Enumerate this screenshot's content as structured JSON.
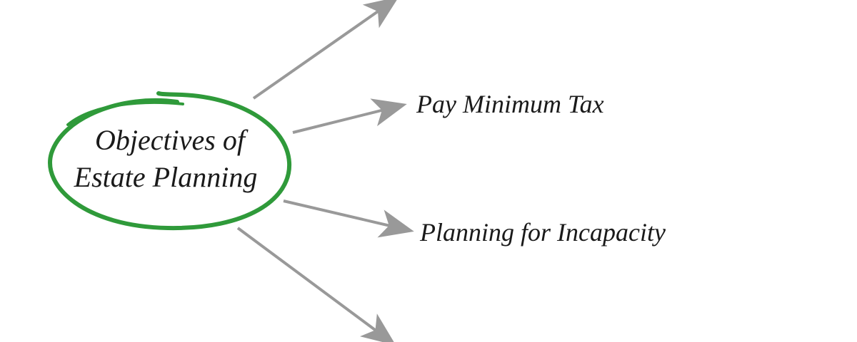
{
  "center": {
    "line1": "Objectives of",
    "line2": "Estate Planning"
  },
  "branches": [
    {
      "label": "Pay Minimum Tax"
    },
    {
      "label": "Planning for Incapacity"
    }
  ],
  "colors": {
    "ellipse": "#2f9a3a",
    "arrow": "#999999",
    "text": "#1a1a1a"
  }
}
